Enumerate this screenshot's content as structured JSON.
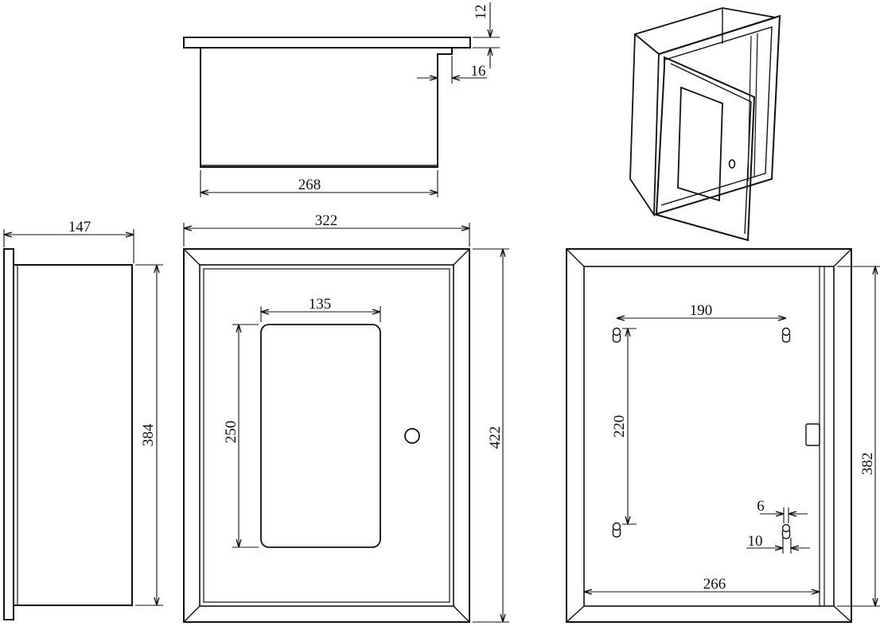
{
  "dimensions": {
    "top_thickness": "12",
    "top_offset": "16",
    "top_depth_width": "268",
    "side_depth": "147",
    "side_height": "384",
    "front_width": "322",
    "front_height": "422",
    "window_width": "135",
    "window_height": "250",
    "back_hole_spacing_x": "190",
    "back_hole_spacing_y": "220",
    "back_height": "382",
    "back_width": "266",
    "keyhole_width": "6",
    "keyhole_height": "10"
  }
}
